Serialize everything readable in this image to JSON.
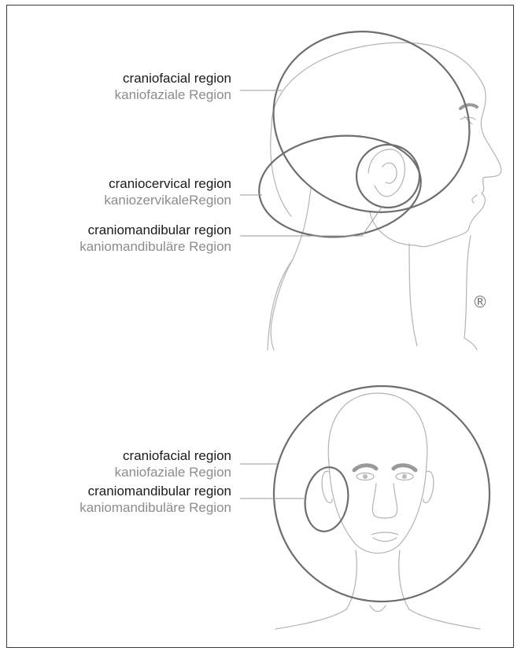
{
  "side_view": {
    "craniofacial": {
      "en": "craniofacial region",
      "de": "kaniofaziale Region"
    },
    "craniocervical": {
      "en": "craniocervical region",
      "de": "kaniozervikaleRegion"
    },
    "craniomandibular": {
      "en": "craniomandibular region",
      "de": "kaniomandibuläre Region"
    },
    "mark": "®"
  },
  "front_view": {
    "craniofacial": {
      "en": "craniofacial region",
      "de": "kaniofaziale Region"
    },
    "craniomandibular": {
      "en": "craniomandibular region",
      "de": "kaniomandibuläre Region"
    }
  },
  "colors": {
    "region_outline": "#6e6e6e",
    "sketch_line": "#b3b3b3",
    "brow": "#9a9a9a",
    "label_primary": "#1b1b1b",
    "label_secondary": "#8c8c8c"
  }
}
